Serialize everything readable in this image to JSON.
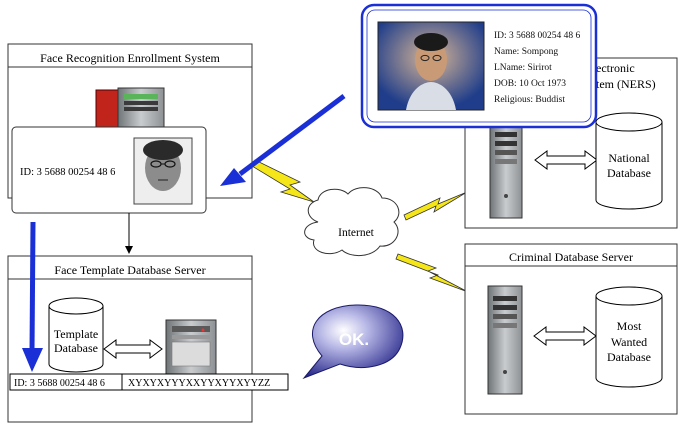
{
  "enrollment": {
    "title": "Face Recognition Enrollment System",
    "id_label": "ID: 3 5688 00254 48 6"
  },
  "template_server": {
    "title": "Face Template Database Server",
    "db_label_1": "Template",
    "db_label_2": "Database",
    "record_id": "ID: 3 5688 00254 48 6",
    "record_template": "XYXYXYYYXXYYXYYXYYZZ"
  },
  "internet": {
    "label": "Internet"
  },
  "ners": {
    "title_1": "ectronic",
    "title_2": "tem (NERS)",
    "db_label_1": "National",
    "db_label_2": "Database"
  },
  "criminal": {
    "title": "Criminal Database Server",
    "db_label_1": "Most",
    "db_label_2": "Wanted",
    "db_label_3": "Database"
  },
  "ok_bubble": {
    "text": "OK."
  },
  "card": {
    "id": "ID: 3 5688 00254 48 6",
    "name": "Name: Sompong",
    "lname": "LName: Sirirot",
    "dob": "DOB: 10 Oct 1973",
    "religious": "Religious: Buddist"
  },
  "colors": {
    "blue_arrow": "#1a2fd6",
    "lightning": "#f5e61a",
    "ok_text": "#ffffff"
  }
}
